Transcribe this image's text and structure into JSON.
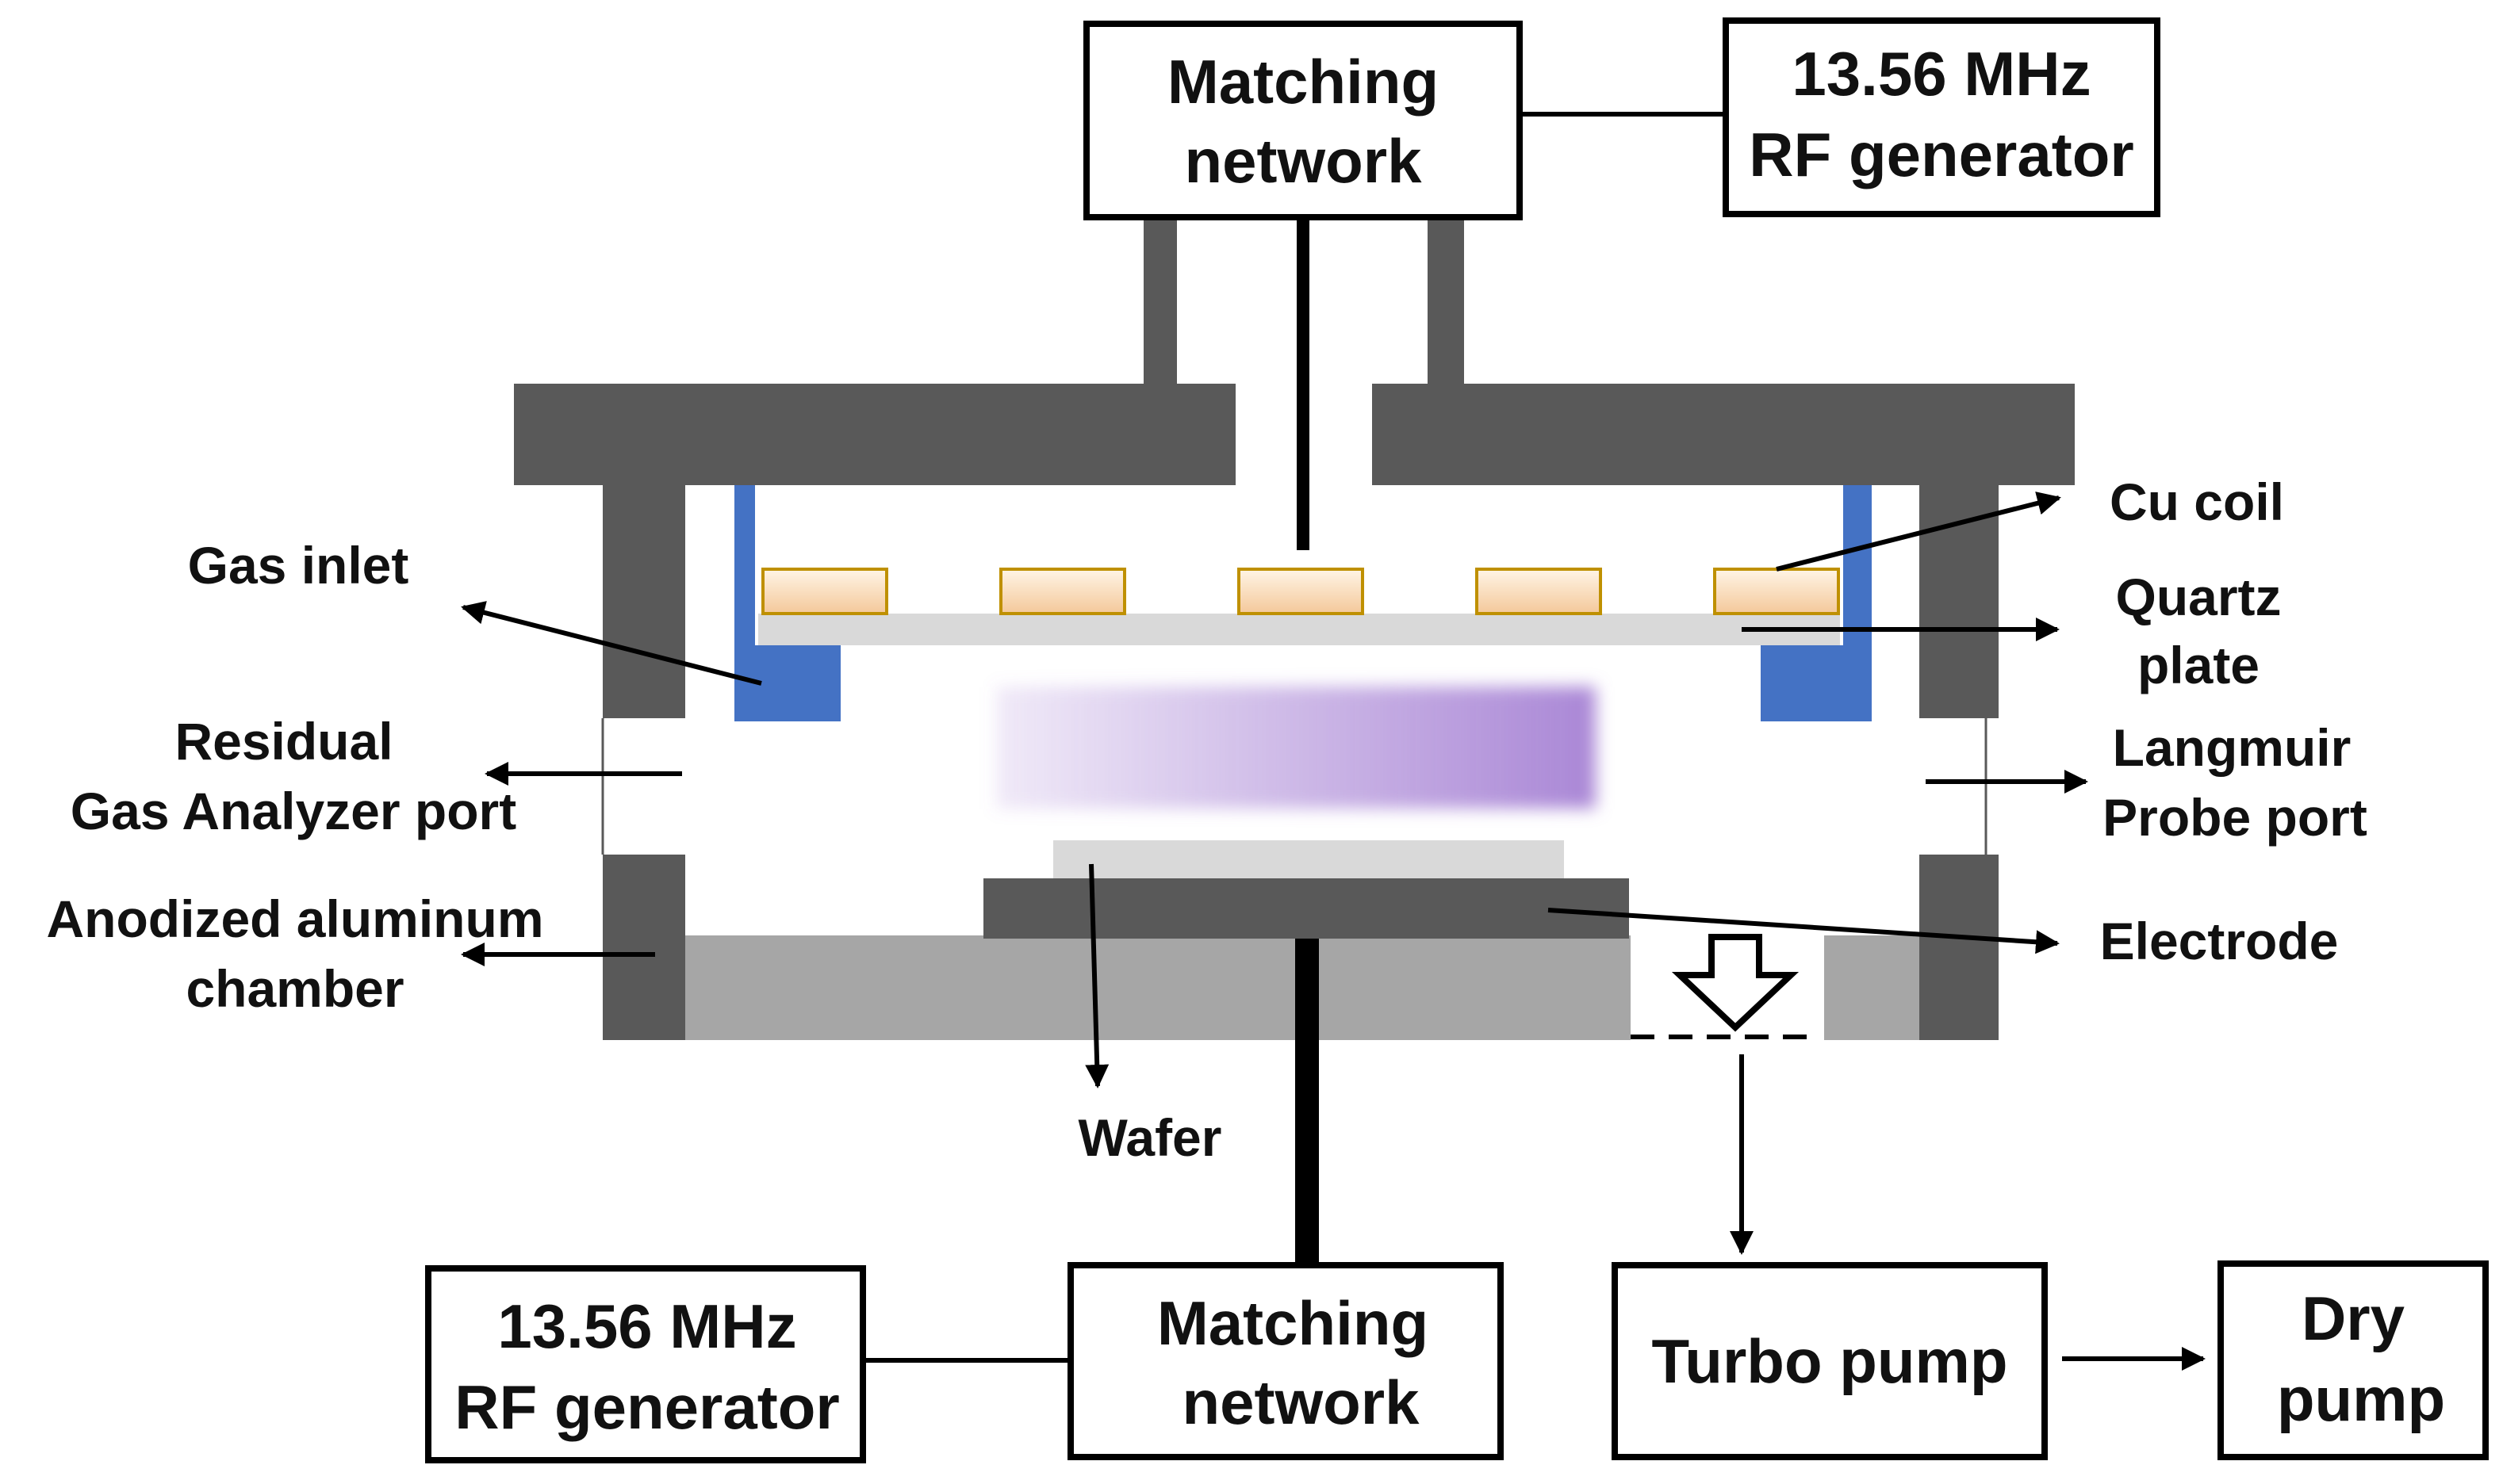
{
  "colors": {
    "chamber_wall": "#595959",
    "chamber_floor": "#a6a6a6",
    "gas_inlet": "#4472c4",
    "coil_fill_top": "#fff5e6",
    "coil_fill_bottom": "#f4c89a",
    "coil_stroke": "#bf9000",
    "quartz": "#d9d9d9",
    "plasma": "#9b72cf",
    "line": "#000000"
  },
  "boxes": {
    "top_matching": {
      "line1": "Matching",
      "line2": "network"
    },
    "top_rf": {
      "line1": "13.56 MHz",
      "line2": "RF generator"
    },
    "bottom_matching": {
      "line1": "Matching",
      "line2": "network"
    },
    "bottom_rf": {
      "line1": "13.56 MHz",
      "line2": "RF generator"
    },
    "turbo": {
      "line1": "Turbo pump"
    },
    "dry": {
      "line1": "Dry",
      "line2": "pump"
    }
  },
  "labels": {
    "gas_inlet": "Gas inlet",
    "rga": {
      "line1": "Residual",
      "line2": "Gas Analyzer port"
    },
    "chamber": {
      "line1": "Anodized aluminum",
      "line2": "chamber"
    },
    "cu_coil": "Cu coil",
    "quartz": {
      "line1": "Quartz",
      "line2": "plate"
    },
    "langmuir": {
      "line1": "Langmuir",
      "line2": "Probe port"
    },
    "electrode": "Electrode",
    "wafer": "Wafer"
  }
}
